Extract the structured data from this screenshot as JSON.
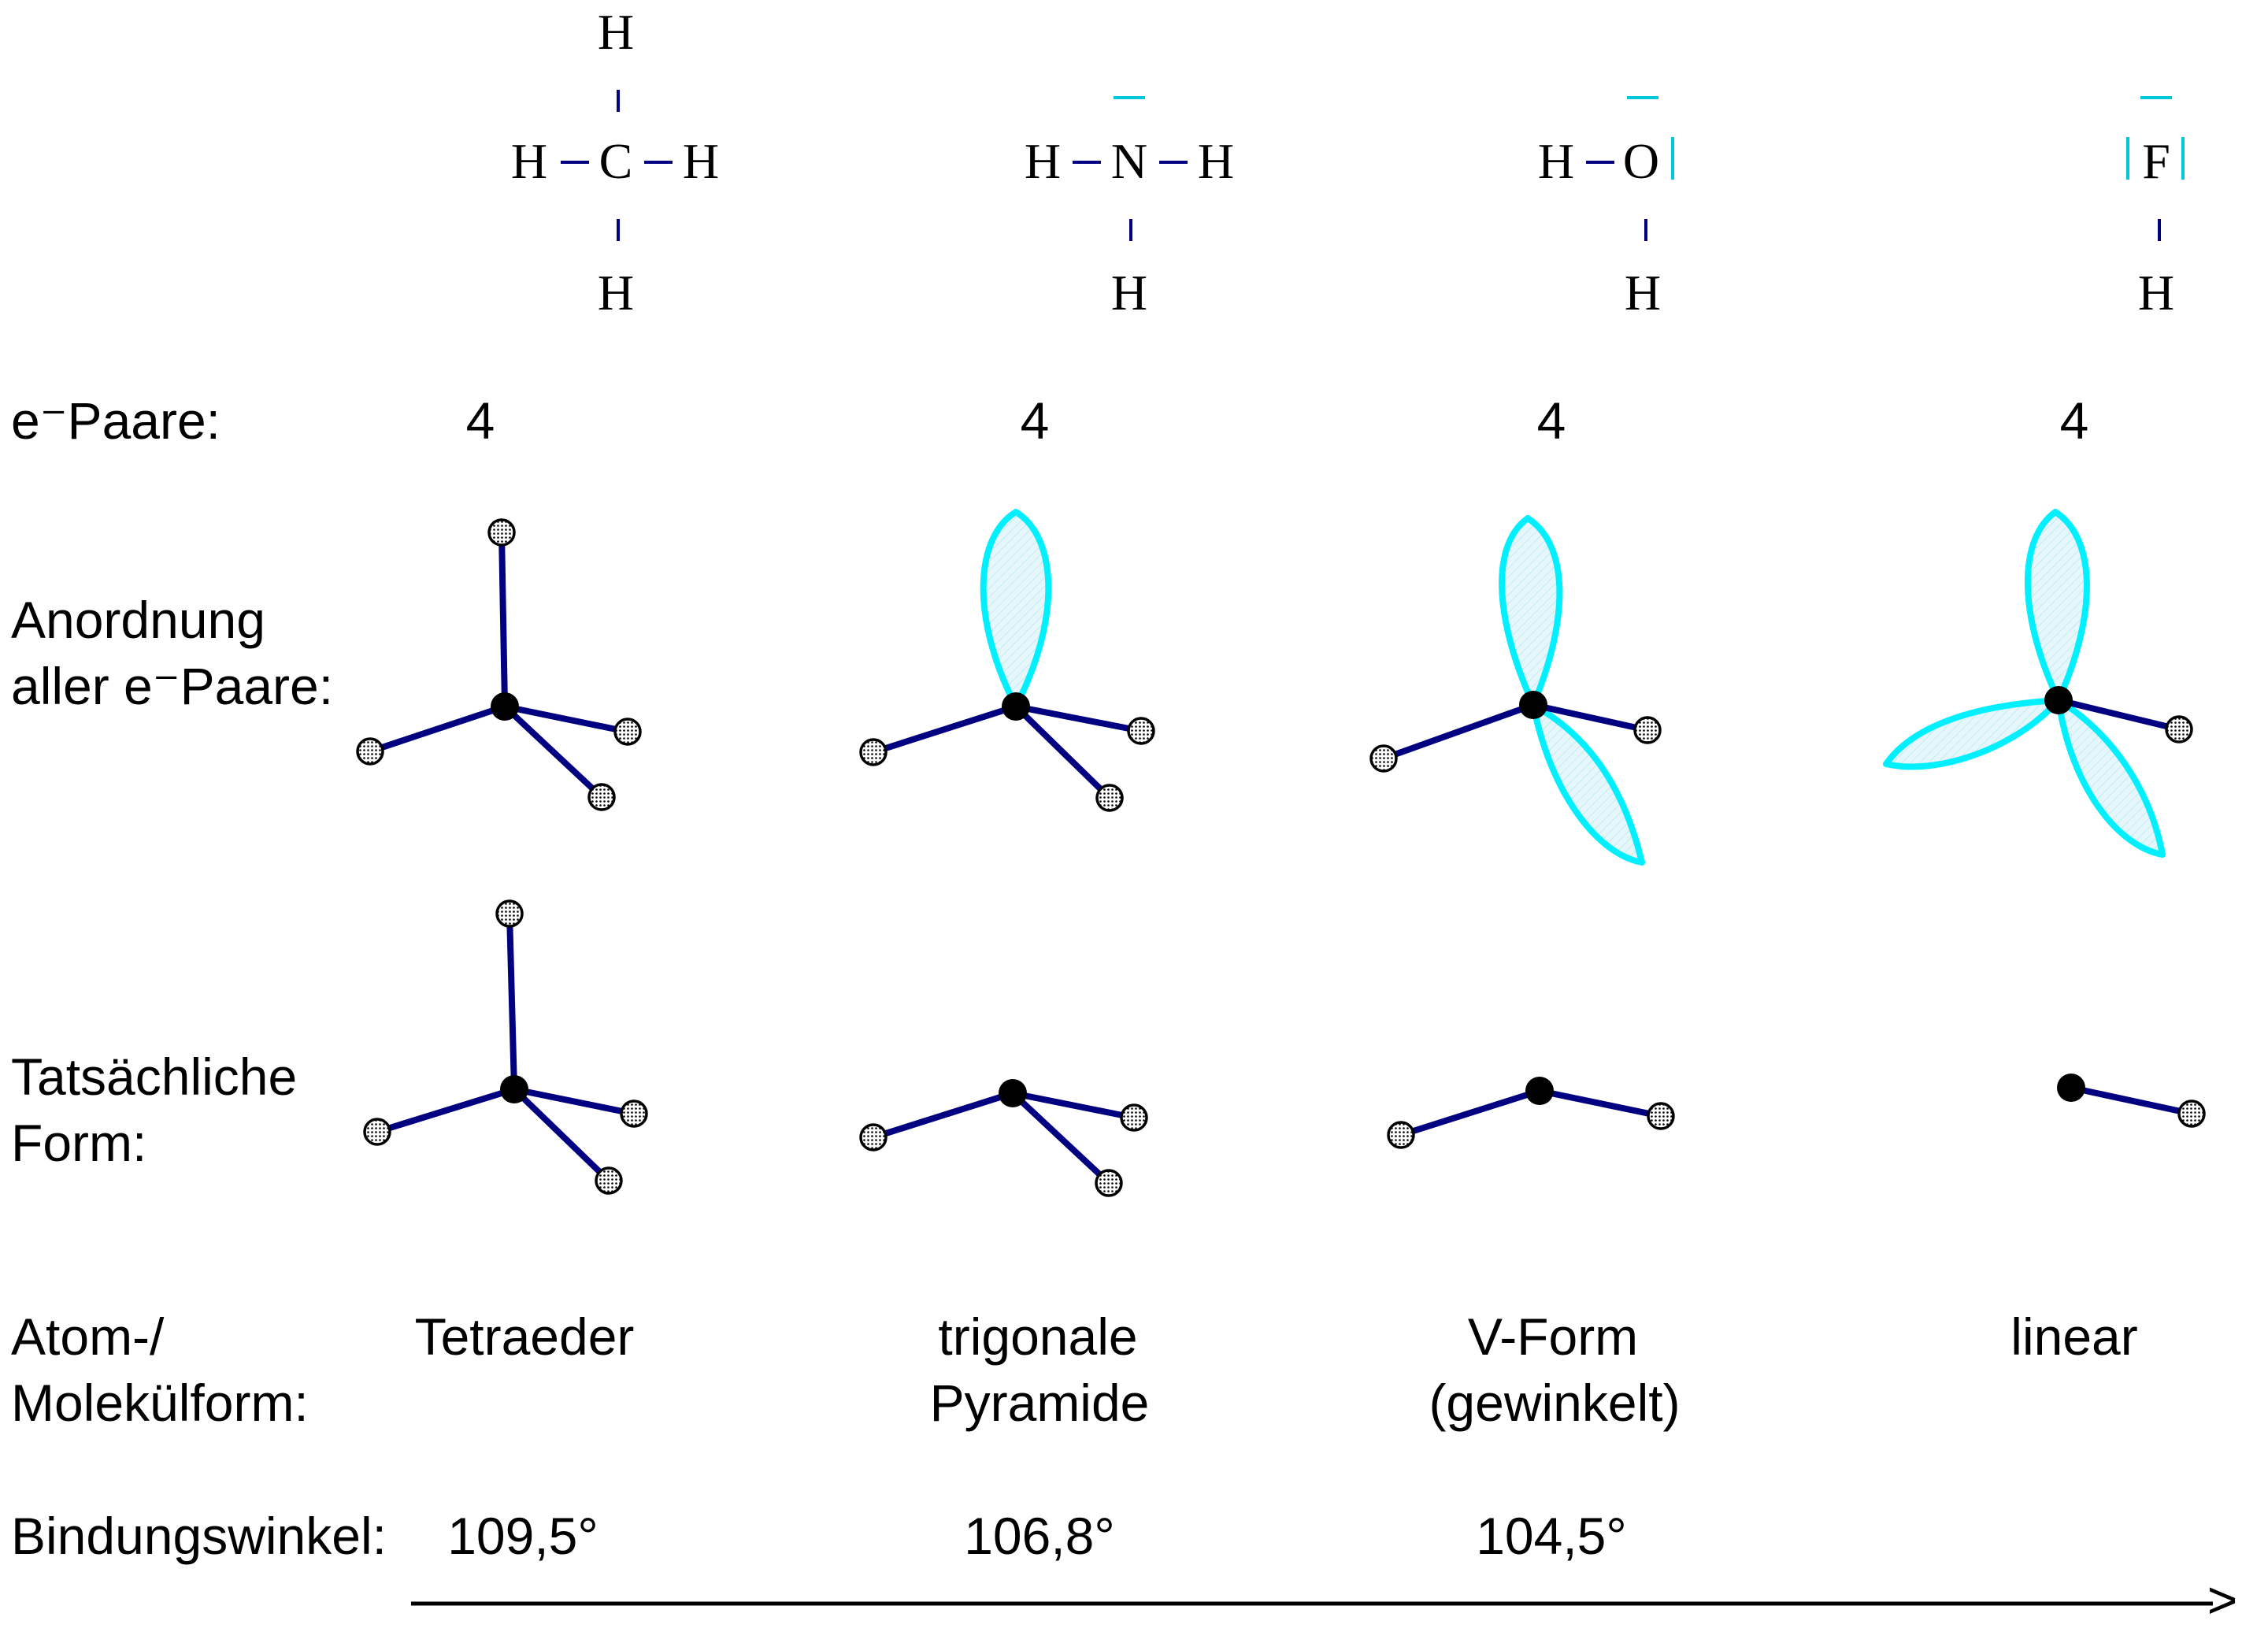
{
  "colors": {
    "bond": "#000080",
    "lone_pair": "#00f0ff",
    "lone_pair_fill": "#e6f7fb",
    "lewis_lone_pair_dash": "#00c8d8",
    "central_atom": "#000000",
    "text": "#000000",
    "background": "#ffffff"
  },
  "row_labels": {
    "pairs": "e⁻Paare:",
    "arrangement_line1": "Anordnung",
    "arrangement_line2": "aller e⁻Paare:",
    "actual_line1": "Tatsächliche",
    "actual_line2": "Form:",
    "shape_line1": "Atom-/",
    "shape_line2": "Molekülform:",
    "angle": "Bindungswinkel:"
  },
  "molecules": [
    {
      "formula_top": "H",
      "formula_left": "H",
      "formula_center": "C",
      "formula_right": "H",
      "formula_bottom": "H",
      "lone_pairs": 0,
      "pair_count": "4",
      "shape_line1": "Tetraeder",
      "shape_line2": "",
      "angle": "109,5°"
    },
    {
      "formula_top": "",
      "formula_left": "H",
      "formula_center": "N",
      "formula_right": "H",
      "formula_bottom": "H",
      "lone_pairs": 1,
      "pair_count": "4",
      "shape_line1": "trigonale",
      "shape_line2": "Pyramide",
      "angle": "106,8°"
    },
    {
      "formula_top": "",
      "formula_left": "H",
      "formula_center": "O",
      "formula_right": "",
      "formula_bottom": "H",
      "lone_pairs": 2,
      "pair_count": "4",
      "shape_line1": "V-Form",
      "shape_line2": "(gewinkelt)",
      "angle": "104,5°"
    },
    {
      "formula_top": "",
      "formula_left": "",
      "formula_center": "F",
      "formula_right": "",
      "formula_bottom": "H",
      "lone_pairs": 3,
      "pair_count": "4",
      "shape_line1": "linear",
      "shape_line2": "",
      "angle": ""
    }
  ],
  "arrow_head": ">"
}
